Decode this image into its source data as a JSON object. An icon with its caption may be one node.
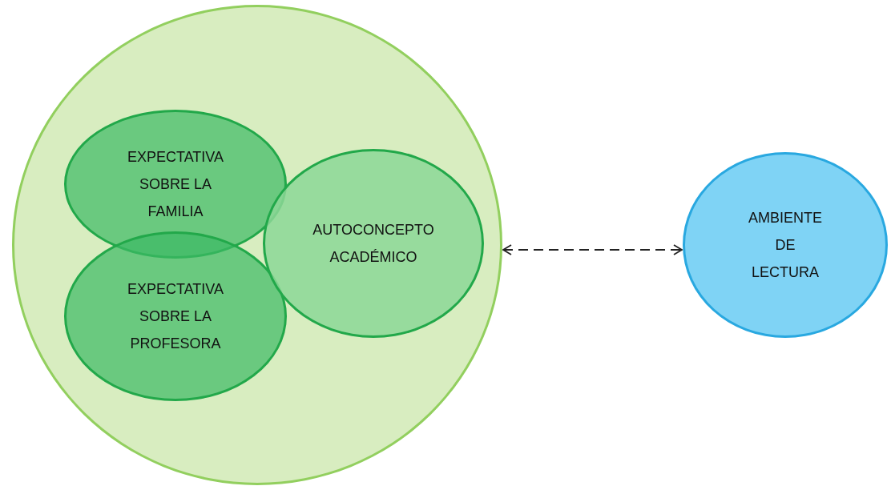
{
  "diagram": {
    "nodes": [
      {
        "text": [],
        "shape": "circle"
      },
      {
        "text": [
          "EXPECTATIVA SOBRE LA FAMILIA"
        ],
        "in": 0
      },
      {
        "text": [
          "EXPECTATIVA SOBRE LA PROFESORA"
        ],
        "in": 0
      },
      {
        "text": [
          "AUTOCONCEPTO ACADÉMICO"
        ],
        "in": 0
      },
      {
        "text": [
          "AMBIENTE DE LECTURA"
        ]
      }
    ],
    "edges": [
      {
        "from": 0,
        "to": 4,
        "arrow": "both",
        "style": "dashed"
      }
    ]
  }
}
